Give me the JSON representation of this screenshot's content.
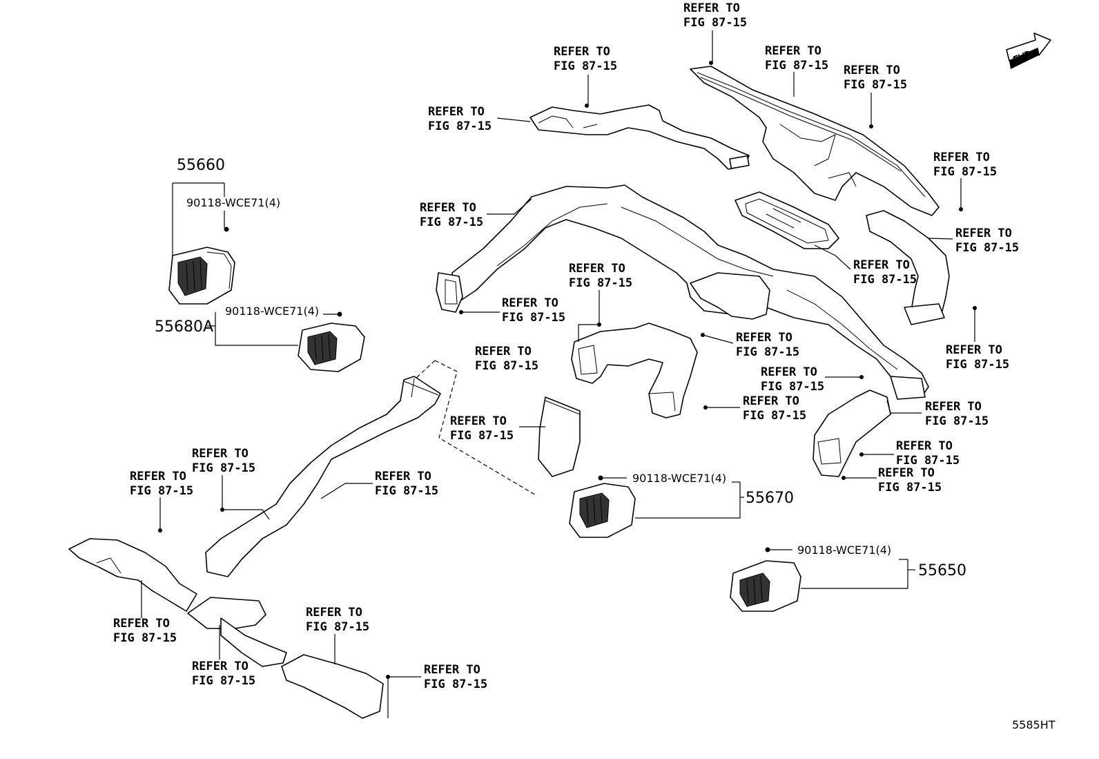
{
  "refer": {
    "line1": "REFER TO",
    "line2": "FIG 87-15"
  },
  "parts": {
    "p55660": "55660",
    "p55680A": "55680A",
    "p55670": "55670",
    "p55650": "55650"
  },
  "screw": "90118-WCE71(4)",
  "fwd": "FWD",
  "figure_id": "5585HT"
}
